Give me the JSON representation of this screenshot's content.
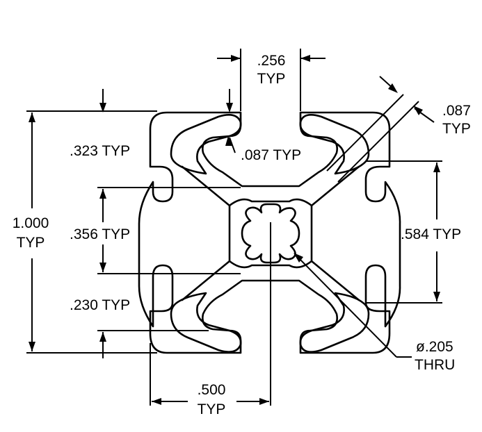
{
  "dimensions": {
    "slot_width": ".256",
    "slot_width_typ": "TYP",
    "wall_right": ".087",
    "wall_right_typ": "TYP",
    "wall_inner": ".087 TYP",
    "depth_323": ".323 TYP",
    "overall_value": "1.000",
    "overall_typ": "TYP",
    "spacing_356": ".356 TYP",
    "spacing_230": ".230 TYP",
    "spacing_584": ".584 TYP",
    "hole_dia": "ø.205",
    "hole_thru": "THRU",
    "center_500": ".500",
    "center_500_typ": "TYP"
  }
}
